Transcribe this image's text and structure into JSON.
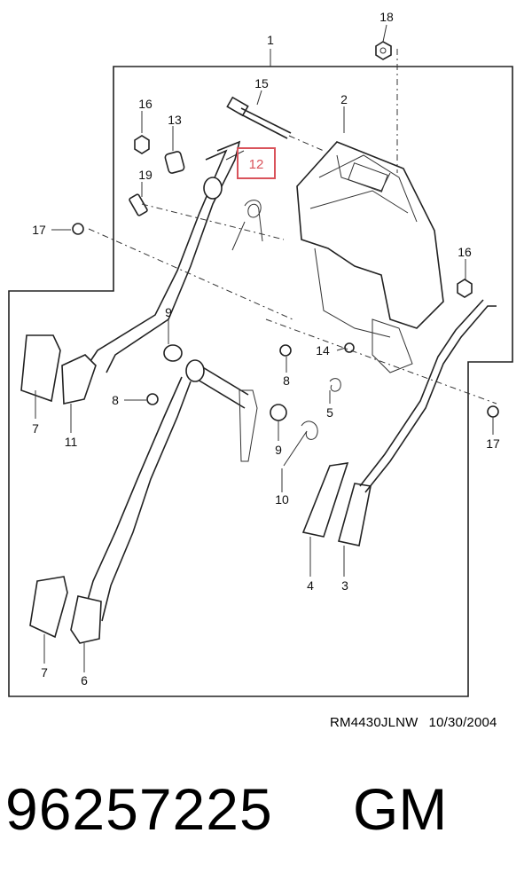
{
  "diagram": {
    "highlighted_part": "12",
    "callouts": [
      "1",
      "2",
      "3",
      "4",
      "5",
      "6",
      "7",
      "7",
      "8",
      "8",
      "9",
      "9",
      "10",
      "11",
      "13",
      "14",
      "15",
      "16",
      "16",
      "17",
      "17",
      "18",
      "19"
    ],
    "reference_code": "RM4430JLNW",
    "reference_date": "10/30/2004"
  },
  "part_number": "96257225",
  "brand": "GM",
  "colors": {
    "highlight": "#d9535b",
    "lines": "#222222"
  }
}
